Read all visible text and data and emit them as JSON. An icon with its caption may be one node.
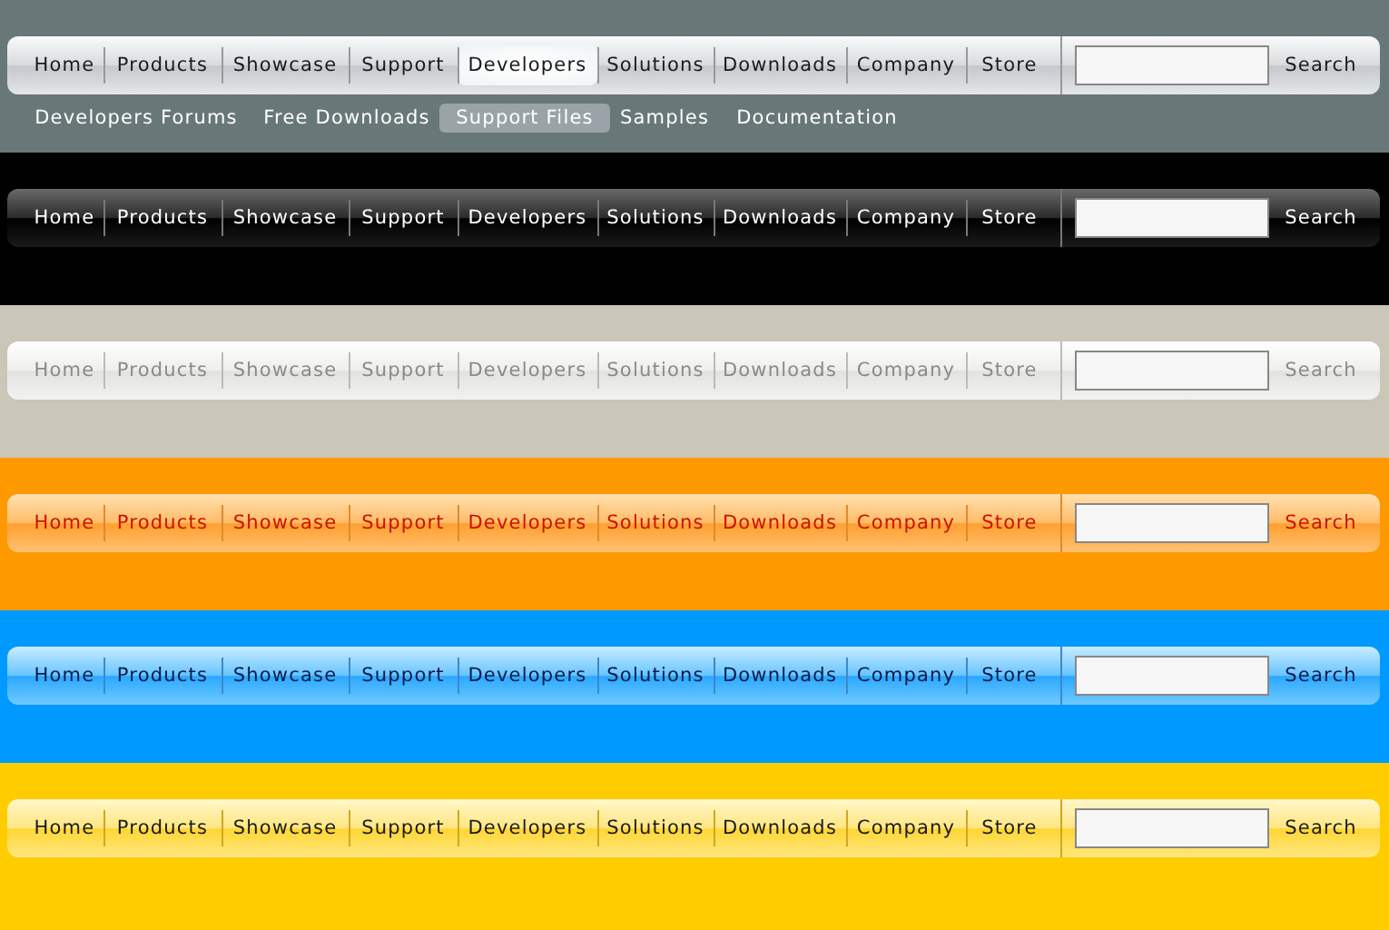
{
  "diagram": {
    "nodes": [
      {
        "text": [],
        "shape": "bar"
      },
      {
        "text": [
          "Home"
        ],
        "in": 0
      },
      {
        "text": [
          "Products"
        ],
        "in": 0
      },
      {
        "text": [
          "Showcase"
        ],
        "in": 0
      },
      {
        "text": [
          "Support"
        ],
        "in": 0
      },
      {
        "text": [
          "Developers"
        ],
        "in": 0
      },
      {
        "text": [
          "Solutions"
        ],
        "in": 0
      },
      {
        "text": [
          "Downloads"
        ],
        "in": 0
      },
      {
        "text": [
          "Company"
        ],
        "in": 0
      },
      {
        "text": [
          "Store"
        ],
        "in": 0
      },
      {
        "text": [],
        "shape": "box",
        "in": 0
      },
      {
        "text": [
          "Search"
        ],
        "in": 0
      },
      {
        "text": [
          "Developers Forums"
        ]
      },
      {
        "text": [
          "Free Downloads"
        ]
      },
      {
        "text": [
          "Support Files"
        ]
      },
      {
        "text": [
          "Samples"
        ]
      },
      {
        "text": [
          "Documentation"
        ]
      },
      {
        "text": [],
        "shape": "bar"
      },
      {
        "text": [
          "Home"
        ],
        "in": 17
      },
      {
        "text": [
          "Products"
        ],
        "in": 17
      },
      {
        "text": [
          "Showcase"
        ],
        "in": 17
      },
      {
        "text": [
          "Support"
        ],
        "in": 17
      },
      {
        "text": [
          "Developers"
        ],
        "in": 17
      },
      {
        "text": [
          "Solutions"
        ],
        "in": 17
      },
      {
        "text": [
          "Downloads"
        ],
        "in": 17
      },
      {
        "text": [
          "Company"
        ],
        "in": 17
      },
      {
        "text": [
          "Store"
        ],
        "in": 17
      },
      {
        "text": [],
        "shape": "box",
        "in": 17
      },
      {
        "text": [
          "Search"
        ],
        "in": 17
      },
      {
        "text": [],
        "shape": "bar"
      },
      {
        "text": [
          "Home"
        ],
        "in": 29
      },
      {
        "text": [
          "Products"
        ],
        "in": 29
      },
      {
        "text": [
          "Showcase"
        ],
        "in": 29
      },
      {
        "text": [
          "Support"
        ],
        "in": 29
      },
      {
        "text": [
          "Developers"
        ],
        "in": 29
      },
      {
        "text": [
          "Solutions"
        ],
        "in": 29
      },
      {
        "text": [
          "Downloads"
        ],
        "in": 29
      },
      {
        "text": [
          "Company"
        ],
        "in": 29
      },
      {
        "text": [
          "Store"
        ],
        "in": 29
      },
      {
        "text": [],
        "shape": "box",
        "in": 29
      },
      {
        "text": [
          "Search"
        ],
        "in": 29
      },
      {
        "text": [],
        "shape": "bar"
      },
      {
        "text": [
          "Home"
        ],
        "in": 41
      },
      {
        "text": [
          "Products"
        ],
        "in": 41
      },
      {
        "text": [
          "Showcase"
        ],
        "in": 41
      },
      {
        "text": [
          "Support"
        ],
        "in": 41
      },
      {
        "text": [
          "Developers"
        ],
        "in": 41
      },
      {
        "text": [
          "Solutions"
        ],
        "in": 41
      },
      {
        "text": [
          "Downloads"
        ],
        "in": 41
      },
      {
        "text": [
          "Company"
        ],
        "in": 41
      },
      {
        "text": [
          "Store"
        ],
        "in": 41
      },
      {
        "text": [],
        "shape": "box",
        "in": 41
      },
      {
        "text": [
          "Search"
        ],
        "in": 41
      },
      {
        "text": [],
        "shape": "bar"
      },
      {
        "text": [
          "Home"
        ],
        "in": 53
      },
      {
        "text": [
          "Products"
        ],
        "in": 53
      },
      {
        "text": [
          "Showcase"
        ],
        "in": 53
      },
      {
        "text": [
          "Support"
        ],
        "in": 53
      },
      {
        "text": [
          "Developers"
        ],
        "in": 53
      },
      {
        "text": [
          "Solutions"
        ],
        "in": 53
      },
      {
        "text": [
          "Downloads"
        ],
        "in": 53
      },
      {
        "text": [
          "Company"
        ],
        "in": 53
      },
      {
        "text": [
          "Store"
        ],
        "in": 53
      },
      {
        "text": [],
        "shape": "box",
        "in": 53
      },
      {
        "text": [
          "Search"
        ],
        "in": 53
      },
      {
        "text": [],
        "shape": "bar"
      },
      {
        "text": [
          "Home"
        ],
        "in": 65
      },
      {
        "text": [
          "Products"
        ],
        "in": 65
      },
      {
        "text": [
          "Showcase"
        ],
        "in": 65
      },
      {
        "text": [
          "Support"
        ],
        "in": 65
      },
      {
        "text": [
          "Developers"
        ],
        "in": 65
      },
      {
        "text": [
          "Solutions"
        ],
        "in": 65
      },
      {
        "text": [
          "Downloads"
        ],
        "in": 65
      },
      {
        "text": [
          "Company"
        ],
        "in": 65
      },
      {
        "text": [
          "Store"
        ],
        "in": 65
      },
      {
        "text": [],
        "shape": "box",
        "in": 65
      },
      {
        "text": [
          "Search"
        ],
        "in": 65
      }
    ]
  }
}
